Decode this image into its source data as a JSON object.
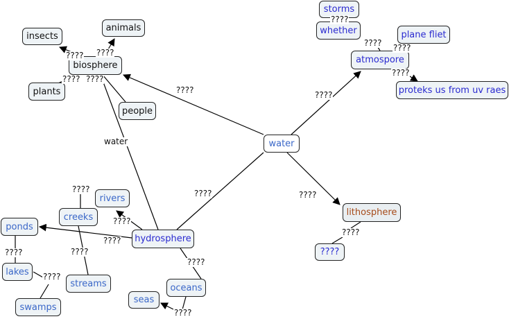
{
  "colors": {
    "line": "#000000",
    "node_fill": "#eef3f6",
    "black_text": "#111111",
    "blue_text": "#2a2ad0",
    "light_blue_text": "#3a67c8",
    "brown_text": "#a64b1a"
  },
  "nodes": {
    "water": "water",
    "biosphere": "biosphere",
    "insects": "insects",
    "animals": "animals",
    "plants": "plants",
    "people": "people",
    "hydrosphere": "hydrosphere",
    "rivers": "rivers",
    "creeks": "creeks",
    "ponds": "ponds",
    "lakes": "lakes",
    "swamps": "swamps",
    "streams": "streams",
    "oceans": "oceans",
    "seas": "seas",
    "atmospore": "atmospore",
    "storms": "storms",
    "whether": "whether",
    "plane_fliet": "plane fliet",
    "proteks": "proteks us from uv raes",
    "lithosphere": "lithosphere",
    "litho_child": "????"
  },
  "links": {
    "water_biosphere": "????",
    "water_atmospore": "????",
    "water_hydrosphere": "????",
    "water_lithosphere": "????",
    "bio_insects": "????",
    "bio_animals": "????",
    "bio_plants": "????",
    "bio_people": "????",
    "bio_hydro": "water",
    "hydro_rivers": "????",
    "hydro_ponds": "????",
    "hydro_oceans": "????",
    "creeks_top": "????",
    "creeks_streams": "????",
    "ponds_lakes": "????",
    "lakes_swamps": "????",
    "oceans_seas": "????",
    "atmo_whether": "????",
    "storms_whether": "????",
    "atmo_plane": "????",
    "atmo_proteks": "????",
    "litho_child": "????"
  }
}
